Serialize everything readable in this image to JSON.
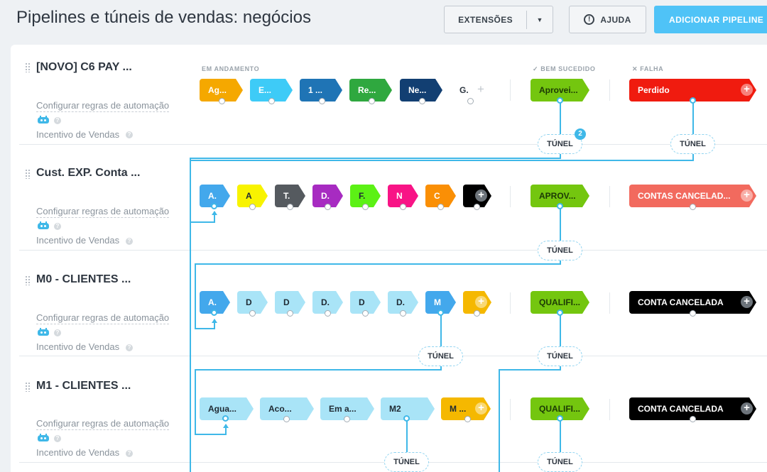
{
  "header": {
    "title": "Pipelines e túneis de vendas: negócios",
    "extensions_label": "EXTENSÕES",
    "help_label": "AJUDA",
    "add_label": "ADICIONAR PIPELINE"
  },
  "labels": {
    "in_progress": "EM ANDAMENTO",
    "success": "BEM SUCEDIDO",
    "fail": "FALHA",
    "tunnel": "TÚNEL"
  },
  "pipelines": [
    {
      "name": "[NOVO] C6 PAY ...",
      "automation": "Configurar regras de automação",
      "incentive": "Incentivo de Vendas",
      "stages": [
        {
          "label": "Ag...",
          "color": "#f5a800"
        },
        {
          "label": "E...",
          "color": "#3ecbf7"
        },
        {
          "label": "1 ...",
          "color": "#1f74b5"
        },
        {
          "label": "Re...",
          "color": "#2fa83f"
        },
        {
          "label": "Ne...",
          "color": "#123f72"
        }
      ],
      "extra_stage": "G.",
      "success": {
        "label": "Aprovei...",
        "color": "#74c60f"
      },
      "fail": {
        "label": "Perdido",
        "color": "#f01b0f"
      },
      "tunnel_badge": "2"
    },
    {
      "name": "Cust. EXP. Conta ...",
      "automation": "Configurar regras de automação",
      "incentive": "Incentivo de Vendas",
      "stages": [
        {
          "label": "A.",
          "color": "#43a8ec"
        },
        {
          "label": "A",
          "color": "#f8f300"
        },
        {
          "label": "T.",
          "color": "#555a5f"
        },
        {
          "label": "D.",
          "color": "#a72bc1"
        },
        {
          "label": "F.",
          "color": "#5cf115"
        },
        {
          "label": "N",
          "color": "#f81486"
        },
        {
          "label": "C",
          "color": "#fa8f05"
        },
        {
          "label": "",
          "color": "#000000"
        }
      ],
      "success": {
        "label": "APROV...",
        "color": "#74c60f"
      },
      "fail": {
        "label": "CONTAS CANCELAD...",
        "color": "#f26a5e"
      }
    },
    {
      "name": "M0 - CLIENTES ...",
      "automation": "Configurar regras de automação",
      "incentive": "Incentivo de Vendas",
      "stages": [
        {
          "label": "A.",
          "color": "#43a8ec"
        },
        {
          "label": "D",
          "color": "#a9e4f7"
        },
        {
          "label": "D",
          "color": "#a9e4f7"
        },
        {
          "label": "D.",
          "color": "#a9e4f7"
        },
        {
          "label": "D",
          "color": "#a9e4f7"
        },
        {
          "label": "D.",
          "color": "#a9e4f7"
        },
        {
          "label": "M",
          "color": "#43a8ec"
        },
        {
          "label": "",
          "color": "#f5b800"
        }
      ],
      "success": {
        "label": "QUALIFI...",
        "color": "#74c60f"
      },
      "fail": {
        "label": "CONTA CANCELADA",
        "color": "#000000"
      }
    },
    {
      "name": "M1 - CLIENTES ...",
      "automation": "Configurar regras de automação",
      "incentive": "Incentivo de Vendas",
      "stages": [
        {
          "label": "Agua...",
          "color": "#a9e4f7"
        },
        {
          "label": "Aco...",
          "color": "#a9e4f7"
        },
        {
          "label": "Em a...",
          "color": "#a9e4f7"
        },
        {
          "label": "M2",
          "color": "#a9e4f7"
        },
        {
          "label": "M ...",
          "color": "#f5b800"
        }
      ],
      "success": {
        "label": "QUALIFI...",
        "color": "#74c60f"
      },
      "fail": {
        "label": "CONTA CANCELADA",
        "color": "#000000"
      }
    }
  ]
}
